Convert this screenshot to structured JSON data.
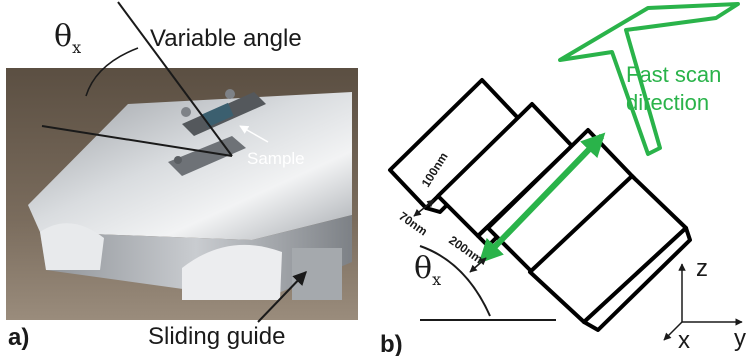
{
  "panel_a": {
    "label": "a)",
    "angle_symbol": "θ",
    "angle_subscript": "x",
    "variable_angle": "Variable angle",
    "sample": "Sample",
    "sliding_guide": "Sliding guide"
  },
  "panel_b": {
    "label": "b)",
    "fast_scan_line1": "Fast scan",
    "fast_scan_line2": "direction",
    "dim_100": "100nm",
    "dim_70": "70nm",
    "dim_200": "200nm",
    "angle_symbol": "θ",
    "angle_subscript": "x",
    "axis_z": "z",
    "axis_x": "x",
    "axis_y": "y"
  },
  "colors": {
    "accent": "#2ab34a"
  }
}
